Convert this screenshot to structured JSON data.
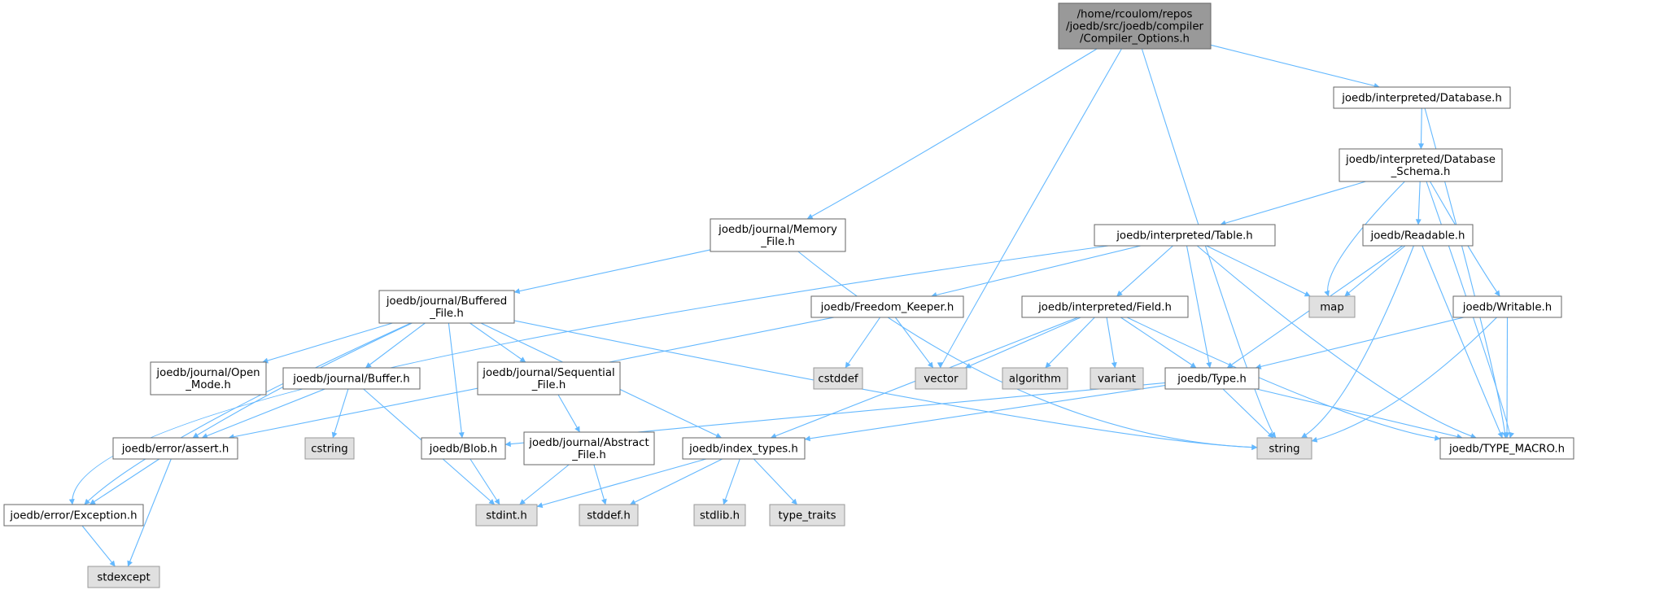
{
  "graph": {
    "colors": {
      "edge": "#63b8ff",
      "border": "#666666",
      "root_fill": "#999999",
      "header_fill": "#ffffff",
      "system_fill": "#e0e0e0",
      "system_border": "#999999"
    },
    "nodes": {
      "root": {
        "lines": [
          "/home/rcoulom/repos",
          "/joedb/src/joedb/compiler",
          "/Compiler_Options.h"
        ]
      },
      "memory_file": {
        "lines": [
          "joedb/journal/Memory",
          "_File.h"
        ]
      },
      "database": {
        "lines": [
          "joedb/interpreted/Database.h"
        ]
      },
      "database_schema": {
        "lines": [
          "joedb/interpreted/Database",
          "_Schema.h"
        ]
      },
      "table": {
        "lines": [
          "joedb/interpreted/Table.h"
        ]
      },
      "readable": {
        "lines": [
          "joedb/Readable.h"
        ]
      },
      "buffered_file": {
        "lines": [
          "joedb/journal/Buffered",
          "_File.h"
        ]
      },
      "freedom_keeper": {
        "lines": [
          "joedb/Freedom_Keeper.h"
        ]
      },
      "field": {
        "lines": [
          "joedb/interpreted/Field.h"
        ]
      },
      "map": {
        "lines": [
          "map"
        ]
      },
      "writable": {
        "lines": [
          "joedb/Writable.h"
        ]
      },
      "open_mode": {
        "lines": [
          "joedb/journal/Open",
          "_Mode.h"
        ]
      },
      "buffer": {
        "lines": [
          "joedb/journal/Buffer.h"
        ]
      },
      "sequential_file": {
        "lines": [
          "joedb/journal/Sequential",
          "_File.h"
        ]
      },
      "cstddef": {
        "lines": [
          "cstddef"
        ]
      },
      "vector": {
        "lines": [
          "vector"
        ]
      },
      "algorithm": {
        "lines": [
          "algorithm"
        ]
      },
      "variant": {
        "lines": [
          "variant"
        ]
      },
      "type_h": {
        "lines": [
          "joedb/Type.h"
        ]
      },
      "assert_h": {
        "lines": [
          "joedb/error/assert.h"
        ]
      },
      "cstring": {
        "lines": [
          "cstring"
        ]
      },
      "blob": {
        "lines": [
          "joedb/Blob.h"
        ]
      },
      "abstract_file": {
        "lines": [
          "joedb/journal/Abstract",
          "_File.h"
        ]
      },
      "index_types": {
        "lines": [
          "joedb/index_types.h"
        ]
      },
      "string": {
        "lines": [
          "string"
        ]
      },
      "type_macro": {
        "lines": [
          "joedb/TYPE_MACRO.h"
        ]
      },
      "exception": {
        "lines": [
          "joedb/error/Exception.h"
        ]
      },
      "stdint": {
        "lines": [
          "stdint.h"
        ]
      },
      "stddef": {
        "lines": [
          "stddef.h"
        ]
      },
      "stdlib": {
        "lines": [
          "stdlib.h"
        ]
      },
      "type_traits": {
        "lines": [
          "type_traits"
        ]
      },
      "stdexcept": {
        "lines": [
          "stdexcept"
        ]
      }
    }
  }
}
